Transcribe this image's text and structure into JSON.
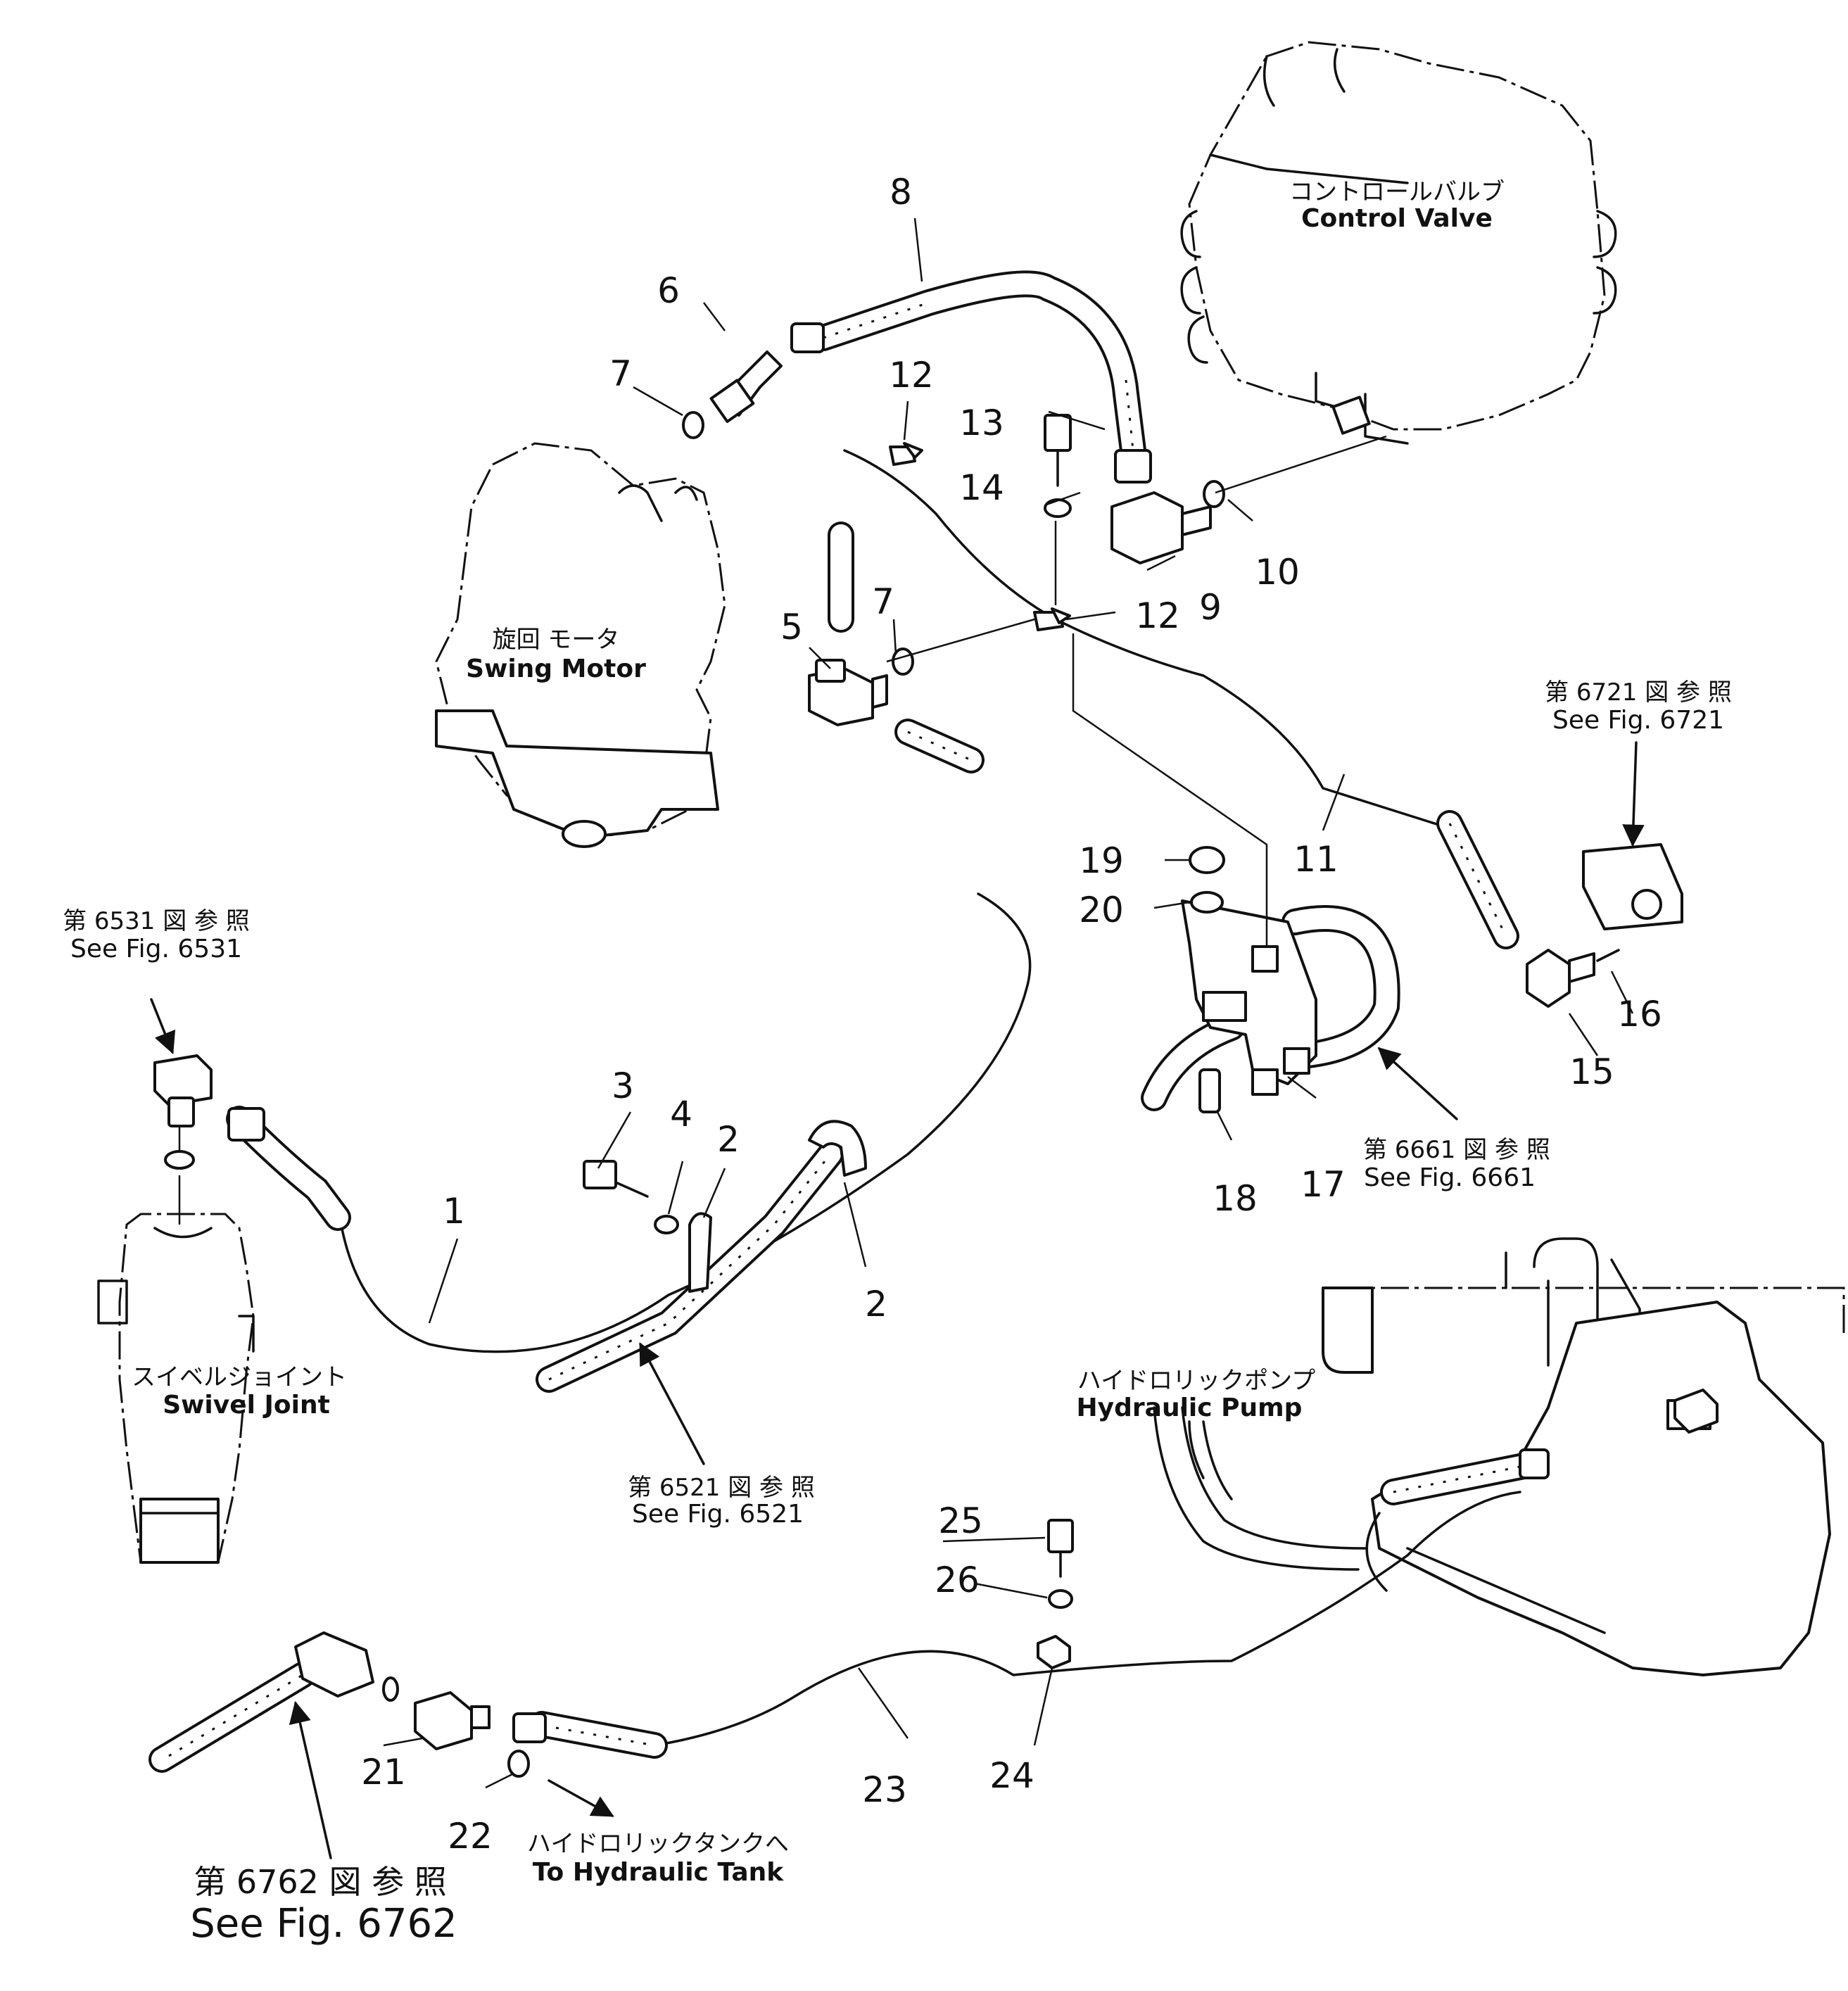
{
  "components": {
    "control_valve": {
      "jp": "コントロールバルブ",
      "en": "Control Valve"
    },
    "swing_motor": {
      "jp": "旋回 モータ",
      "en": "Swing Motor"
    },
    "swivel_joint": {
      "jp": "スイベルジョイント",
      "en": "Swivel Joint"
    },
    "hydraulic_pump": {
      "jp": "ハイドロリックポンプ",
      "en": "Hydraulic Pump"
    },
    "hydraulic_tank": {
      "jp": "ハイドロリックタンクへ",
      "en": "To Hydraulic Tank"
    }
  },
  "references": {
    "fig6721": {
      "jp": "第 6721 図 参 照",
      "en": "See Fig. 6721"
    },
    "fig6531": {
      "jp": "第 6531 図 参 照",
      "en": "See Fig. 6531"
    },
    "fig6661": {
      "jp": "第 6661 図 参 照",
      "en": "See Fig. 6661"
    },
    "fig6521": {
      "jp": "第 6521 図 参 照",
      "en": "See Fig. 6521"
    },
    "fig6762": {
      "jp": "第 6762 図 参 照",
      "en": "See Fig. 6762"
    }
  },
  "part_numbers": {
    "p1": "1",
    "p2a": "2",
    "p2b": "2",
    "p3": "3",
    "p4": "4",
    "p5": "5",
    "p6": "6",
    "p7a": "7",
    "p7b": "7",
    "p8": "8",
    "p9": "9",
    "p10": "10",
    "p11": "11",
    "p12a": "12",
    "p12b": "12",
    "p13": "13",
    "p14": "14",
    "p15": "15",
    "p16": "16",
    "p17": "17",
    "p18": "18",
    "p19": "19",
    "p20": "20",
    "p21": "21",
    "p22": "22",
    "p23": "23",
    "p24": "24",
    "p25": "25",
    "p26": "26"
  }
}
